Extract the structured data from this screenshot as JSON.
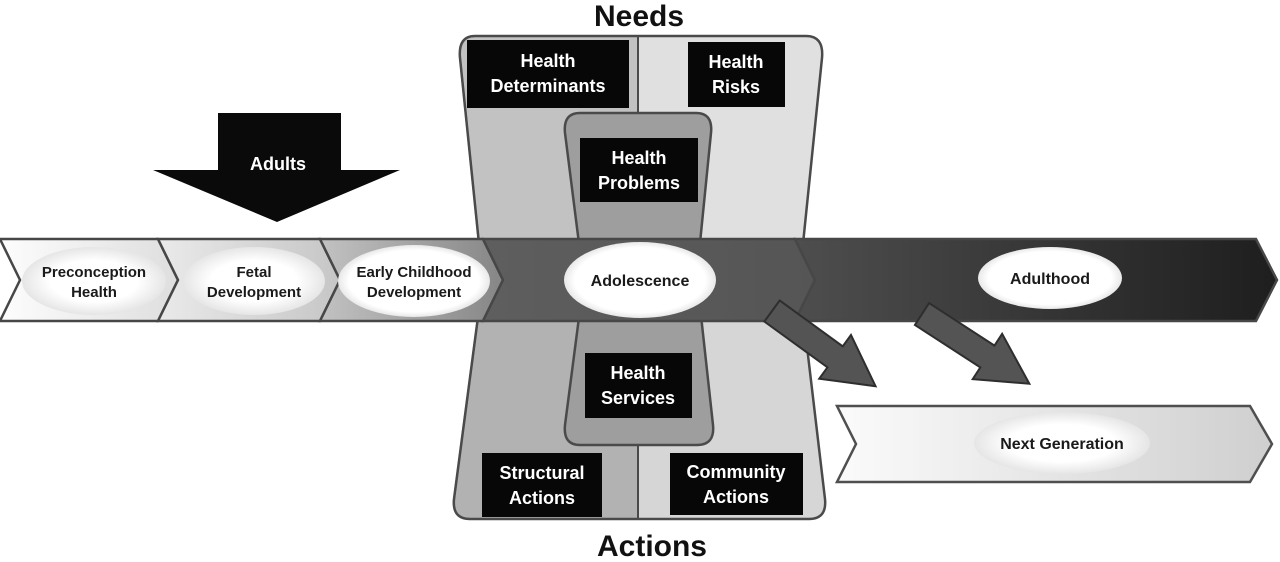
{
  "titles": {
    "needs": "Needs",
    "actions": "Actions"
  },
  "adults_arrow": {
    "label": "Adults"
  },
  "needs_section": {
    "determinants": {
      "line1": "Health",
      "line2": "Determinants"
    },
    "risks": {
      "line1": "Health",
      "line2": "Risks"
    },
    "problems": {
      "line1": "Health",
      "line2": "Problems"
    }
  },
  "actions_section": {
    "services": {
      "line1": "Health",
      "line2": "Services"
    },
    "structural": {
      "line1": "Structural",
      "line2": "Actions"
    },
    "community": {
      "line1": "Community",
      "line2": "Actions"
    }
  },
  "life_course": {
    "preconception": {
      "line1": "Preconception",
      "line2": "Health"
    },
    "fetal": {
      "line1": "Fetal",
      "line2": "Development"
    },
    "early_childhood": {
      "line1": "Early Childhood",
      "line2": "Development"
    },
    "adolescence": {
      "label": "Adolescence"
    },
    "adulthood": {
      "label": "Adulthood"
    },
    "next_generation": {
      "label": "Next Generation"
    }
  },
  "colors": {
    "background": "#ffffff",
    "label_box_fill": "#070707",
    "label_box_text": "#ffffff",
    "funnel_top_left": "#c2c2c2",
    "funnel_top_right": "#e0e0e0",
    "funnel_bottom_left": "#b2b2b2",
    "funnel_bottom_right": "#d6d6d6",
    "funnel_inner": "#9e9e9e",
    "outline": "#4a4a4a",
    "timeline_gradient_start": "#fcfcfc",
    "timeline_gradient_end": "#1e1e1e",
    "adolescence_segment": "#5a5a5a",
    "adults_arrow_fill": "#0a0a0a",
    "branch_arrow_fill": "#545454",
    "stage_ellipse_fill": "#ffffff"
  }
}
